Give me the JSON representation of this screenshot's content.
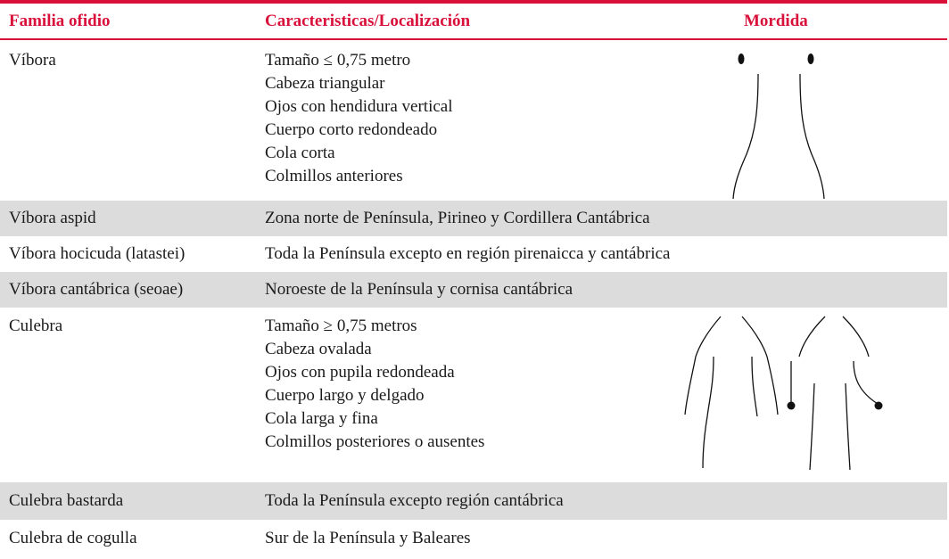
{
  "header": {
    "col1": "Familia ofidio",
    "col2": "Caracteristicas/Localización",
    "col3": "Mordida"
  },
  "rows": [
    {
      "family": "Víbora",
      "details": [
        "Tamaño ≤ 0,75 metro",
        "Cabeza triangular",
        "Ojos con hendidura vertical",
        "Cuerpo corto redondeado",
        "Cola  corta",
        "Colmillos anteriores"
      ],
      "bite": "viper-bite-diagram"
    },
    {
      "family": "Víbora aspid",
      "details": [
        "Zona norte de Península, Pirineo y Cordillera Cantábrica"
      ]
    },
    {
      "family": "Víbora hocicuda (latastei)",
      "details": [
        "Toda la Península excepto en región pirenaicca y cantábrica"
      ]
    },
    {
      "family": "Víbora cantábrica (seoae)",
      "details": [
        "Noroeste de la Península y cornisa cantábrica"
      ]
    },
    {
      "family": "Culebra",
      "details": [
        "Tamaño ≥ 0,75 metros",
        "Cabeza ovalada",
        "Ojos con pupila redondeada",
        "Cuerpo largo y delgado",
        "Cola larga y fina",
        "Colmillos posteriores o ausentes"
      ],
      "bite": "snake-bite-diagram"
    },
    {
      "family": "Culebra bastarda",
      "details": [
        "Toda la Península excepto región cantábrica"
      ]
    },
    {
      "family": "Culebra de cogulla",
      "details": [
        "Sur de la Península y Baleares"
      ]
    }
  ],
  "colors": {
    "accent": "#d9103a",
    "shade": "#dcdcdc"
  }
}
